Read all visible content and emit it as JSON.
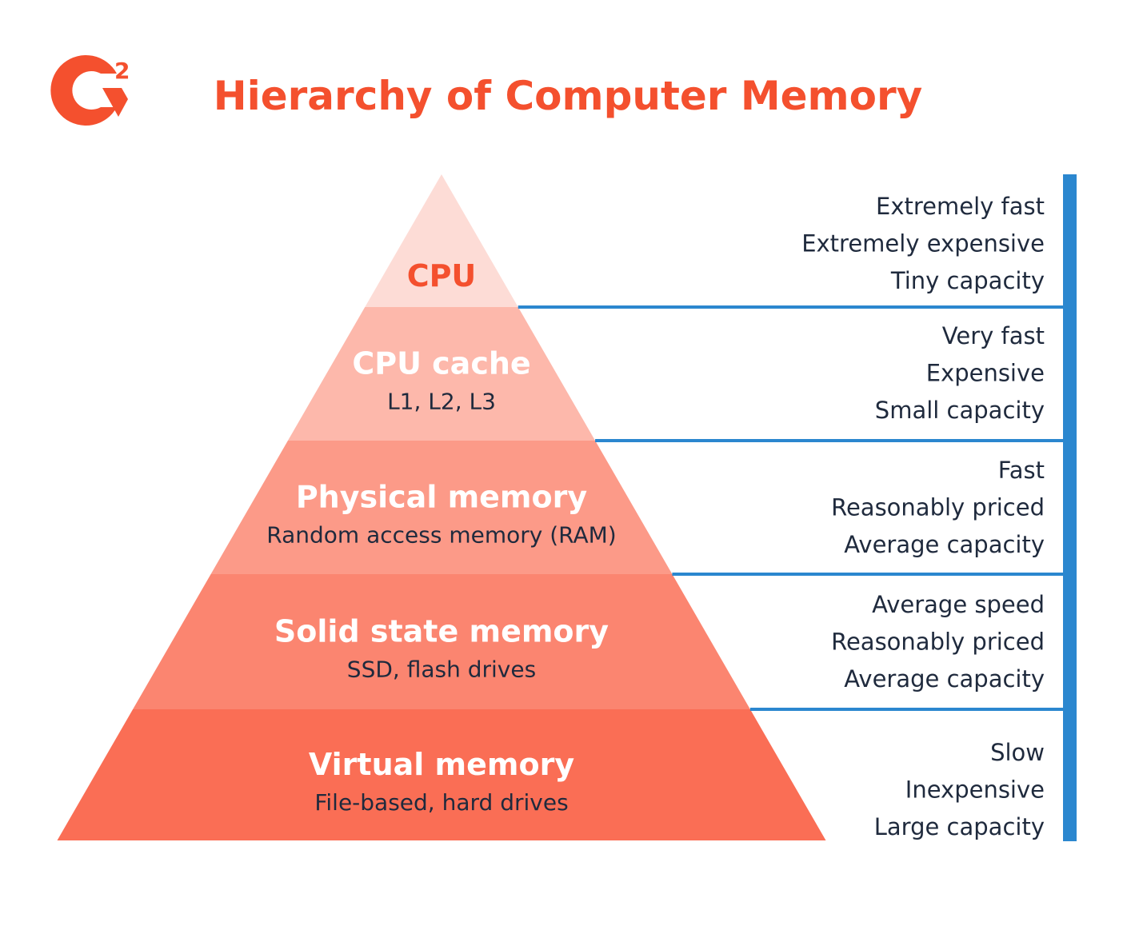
{
  "header": {
    "logo_text": "G2",
    "title": "Hierarchy of Computer Memory"
  },
  "colors": {
    "accent": "#f4502e",
    "bar": "#2b87cf",
    "text_dark": "#1f2a3d",
    "tiers": [
      "#fddcd6",
      "#fdb8ab",
      "#fc9a88",
      "#fb8570",
      "#fa6e55"
    ]
  },
  "tiers": [
    {
      "name": "CPU",
      "sub": "",
      "attributes": [
        "Extremely fast",
        "Extremely expensive",
        "Tiny capacity"
      ]
    },
    {
      "name": "CPU cache",
      "sub": "L1, L2, L3",
      "attributes": [
        "Very fast",
        "Expensive",
        "Small capacity"
      ]
    },
    {
      "name": "Physical memory",
      "sub": "Random access memory (RAM)",
      "attributes": [
        "Fast",
        "Reasonably priced",
        "Average capacity"
      ]
    },
    {
      "name": "Solid state memory",
      "sub": "SSD, flash drives",
      "attributes": [
        "Average speed",
        "Reasonably priced",
        "Average capacity"
      ]
    },
    {
      "name": "Virtual memory",
      "sub": "File-based, hard drives",
      "attributes": [
        "Slow",
        "Inexpensive",
        "Large capacity"
      ]
    }
  ]
}
